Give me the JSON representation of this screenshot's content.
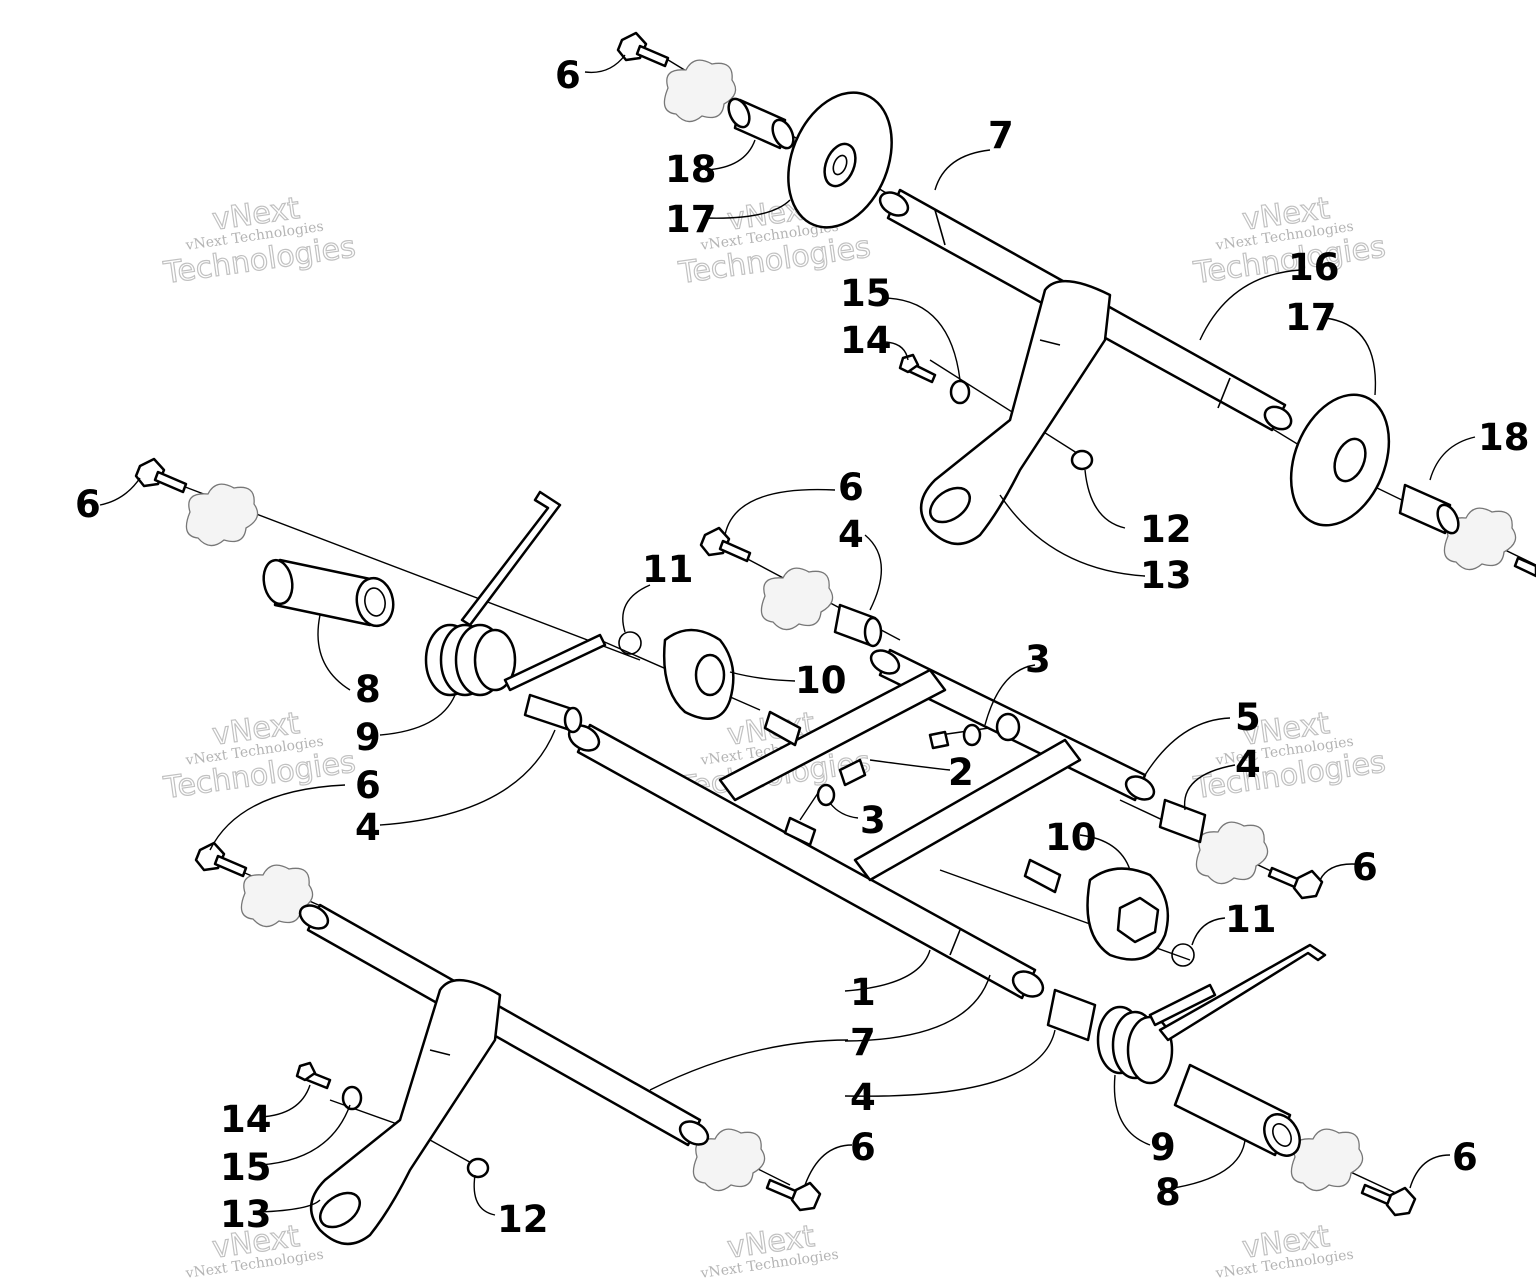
{
  "diagram": {
    "callouts": {
      "c1": "1",
      "c2": "2",
      "c3a": "3",
      "c3b": "3",
      "c4a": "4",
      "c4b": "4",
      "c4c": "4",
      "c4d": "4",
      "c5": "5",
      "c6a": "6",
      "c6b": "6",
      "c6c": "6",
      "c6d": "6",
      "c6e": "6",
      "c6f": "6",
      "c7a": "7",
      "c7b": "7",
      "c8a": "8",
      "c8b": "8",
      "c9a": "9",
      "c9b": "9",
      "c10a": "10",
      "c10b": "10",
      "c11a": "11",
      "c11b": "11",
      "c12a": "12",
      "c12b": "12",
      "c13a": "13",
      "c13b": "13",
      "c14a": "14",
      "c14b": "14",
      "c15a": "15",
      "c15b": "15",
      "c16": "16",
      "c17a": "17",
      "c17b": "17",
      "c18a": "18",
      "c18b": "18"
    },
    "watermark": {
      "line1": "vNext Technologies",
      "big_a": "vNext",
      "big_b": "Technologies"
    }
  }
}
